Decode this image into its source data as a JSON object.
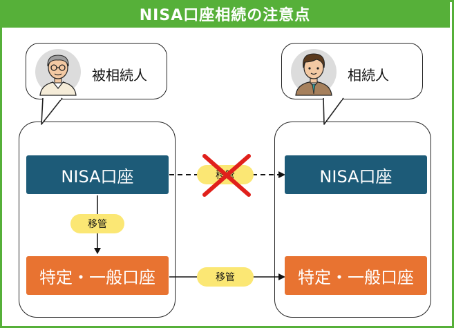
{
  "title": "NISA口座相続の注意点",
  "left_person": {
    "label": "被相続人",
    "avatar_icon": "elderly-man-icon"
  },
  "right_person": {
    "label": "相続人",
    "avatar_icon": "young-man-icon"
  },
  "left_panel": {
    "nisa_label": "NISA口座",
    "tokutei_label": "特定・一般口座",
    "transfer_label": "移管"
  },
  "right_panel": {
    "nisa_label": "NISA口座",
    "tokutei_label": "特定・一般口座"
  },
  "cross_transfers": {
    "nisa_transfer_label": "移管",
    "tokutei_transfer_label": "移管",
    "blocked_icon": "red-x-icon"
  },
  "colors": {
    "accent_green": "#56b039",
    "nisa_blue": "#1d5b78",
    "tokutei_orange": "#e87331",
    "pill_yellow": "#fbe774",
    "cross_red": "#e0201b"
  }
}
